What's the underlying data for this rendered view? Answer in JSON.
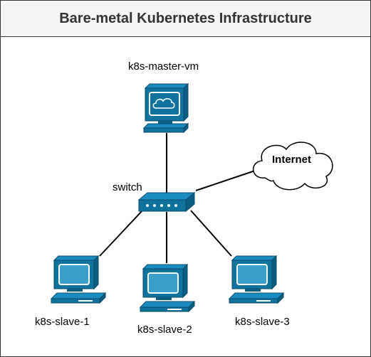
{
  "title": "Bare-metal Kubernetes Infrastructure",
  "nodes": {
    "master": {
      "label": "k8s-master-vm",
      "icon": "monitor-cloud-icon"
    },
    "switch": {
      "label": "switch",
      "icon": "network-switch-icon"
    },
    "internet": {
      "label": "Internet",
      "icon": "cloud-icon"
    },
    "slave1": {
      "label": "k8s-slave-1",
      "icon": "desktop-computer-icon"
    },
    "slave2": {
      "label": "k8s-slave-2",
      "icon": "desktop-computer-icon"
    },
    "slave3": {
      "label": "k8s-slave-3",
      "icon": "desktop-computer-icon"
    }
  },
  "colors": {
    "icon_fill": "#10739e",
    "icon_dark": "#0b4a6b",
    "screen_fill": "#3a9fc9",
    "line": "#000000"
  }
}
